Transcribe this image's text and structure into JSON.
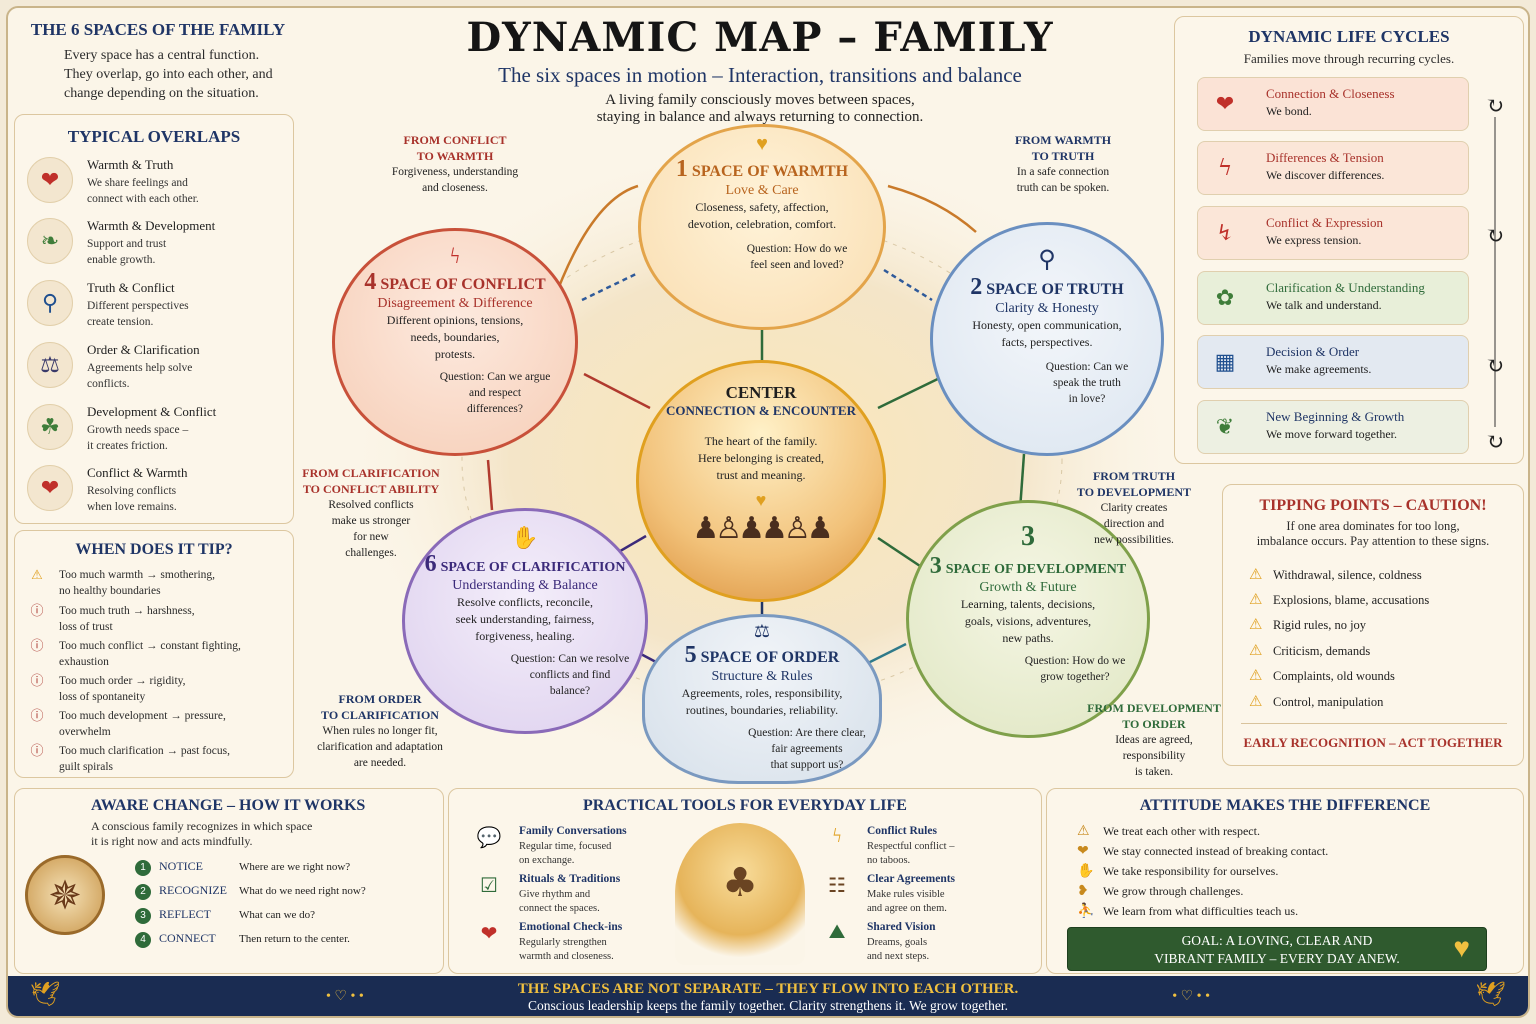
{
  "header": {
    "title": "DYNAMIC MAP – FAMILY",
    "subtitle": "The six spaces in motion – Interaction, transitions and balance",
    "intro_line1": "A living family consciously moves between spaces,",
    "intro_line2": "staying in balance and always returning to connection."
  },
  "six_spaces": {
    "title": "THE 6 SPACES OF THE FAMILY",
    "line1": "Every space has a central function.",
    "line2": "They overlap, go into each other, and",
    "line3": "change depending on the situation."
  },
  "overlaps": {
    "title": "TYPICAL OVERLAPS",
    "items": [
      {
        "icon": "heart-icon",
        "title": "Warmth & Truth",
        "d1": "We share feelings and",
        "d2": "connect with each other."
      },
      {
        "icon": "leaf-icon",
        "title": "Warmth & Development",
        "d1": "Support and trust",
        "d2": "enable growth."
      },
      {
        "icon": "magnifier-icon",
        "title": "Truth & Conflict",
        "d1": "Different perspectives",
        "d2": "create tension."
      },
      {
        "icon": "scales-icon",
        "title": "Order & Clarification",
        "d1": "Agreements help solve",
        "d2": "conflicts."
      },
      {
        "icon": "sprout-icon",
        "title": "Development & Conflict",
        "d1": "Growth needs space –",
        "d2": "it creates friction."
      },
      {
        "icon": "heart-icon",
        "title": "Conflict & Warmth",
        "d1": "Resolving conflicts",
        "d2": "when love remains."
      }
    ]
  },
  "tip": {
    "title": "WHEN DOES IT TIP?",
    "items": [
      {
        "l1": "Too much warmth → smothering,",
        "l2": "no healthy boundaries"
      },
      {
        "l1": "Too much truth → harshness,",
        "l2": "loss of trust"
      },
      {
        "l1": "Too much conflict → constant fighting,",
        "l2": "exhaustion"
      },
      {
        "l1": "Too much order → rigidity,",
        "l2": "loss of spontaneity"
      },
      {
        "l1": "Too much development → pressure,",
        "l2": "overwhelm"
      },
      {
        "l1": "Too much clarification → past focus,",
        "l2": "guilt spirals"
      }
    ]
  },
  "spaces": {
    "warmth": {
      "num": "1",
      "title": "SPACE OF WARMTH",
      "sub": "Love & Care",
      "d1": "Closeness, safety, affection,",
      "d2": "devotion, celebration, comfort.",
      "q1": "Question: How do we",
      "q2": "feel seen and loved?"
    },
    "truth": {
      "num": "2",
      "title": "SPACE OF TRUTH",
      "sub": "Clarity & Honesty",
      "d1": "Honesty, open communication,",
      "d2": "facts, perspectives.",
      "q1": "Question: Can we",
      "q2": "speak the truth",
      "q3": "in love?"
    },
    "development": {
      "num": "3",
      "title": "SPACE OF DEVELOPMENT",
      "sub": "Growth & Future",
      "d1": "Learning, talents, decisions,",
      "d2": "goals, visions, adventures,",
      "d3": "new paths.",
      "q1": "Question: How do we",
      "q2": "grow together?"
    },
    "conflict": {
      "num": "4",
      "title": "SPACE OF CONFLICT",
      "sub": "Disagreement & Difference",
      "d1": "Different opinions, tensions,",
      "d2": "needs, boundaries,",
      "d3": "protests.",
      "q1": "Question: Can we argue",
      "q2": "and respect",
      "q3": "differences?"
    },
    "order": {
      "num": "5",
      "title": "SPACE OF ORDER",
      "sub": "Structure & Rules",
      "d1": "Agreements, roles, responsibility,",
      "d2": "routines, boundaries, reliability.",
      "q1": "Question: Are there clear,",
      "q2": "fair agreements",
      "q3": "that support us?"
    },
    "clarification": {
      "num": "6",
      "title": "SPACE OF CLARIFICATION",
      "sub": "Understanding & Balance",
      "d1": "Resolve conflicts, reconcile,",
      "d2": "seek understanding, fairness,",
      "d3": "forgiveness, healing.",
      "q1": "Question: Can we resolve",
      "q2": "conflicts and find",
      "q3": "balance?"
    },
    "center": {
      "title": "CENTER",
      "sub": "CONNECTION & ENCOUNTER",
      "d1": "The heart of the family.",
      "d2": "Here belonging is created,",
      "d3": "trust and meaning."
    }
  },
  "transitions": {
    "conflict_warmth": {
      "t1": "FROM CONFLICT",
      "t2": "TO WARMTH",
      "d1": "Forgiveness, understanding",
      "d2": "and closeness."
    },
    "warmth_truth": {
      "t1": "FROM WARMTH",
      "t2": "TO TRUTH",
      "d1": "In a safe connection",
      "d2": "truth can be spoken."
    },
    "clar_conflict": {
      "t1": "FROM CLARIFICATION",
      "t2": "TO CONFLICT ABILITY",
      "d1": "Resolved conflicts",
      "d2": "make us stronger",
      "d3": "for new",
      "d4": "challenges."
    },
    "truth_dev": {
      "t1": "FROM TRUTH",
      "t2": "TO DEVELOPMENT",
      "d1": "Clarity creates",
      "d2": "direction and",
      "d3": "new possibilities."
    },
    "order_clar": {
      "t1": "FROM ORDER",
      "t2": "TO CLARIFICATION",
      "d1": "When rules no longer fit,",
      "d2": "clarification and adaptation",
      "d3": "are needed."
    },
    "dev_order": {
      "t1": "FROM DEVELOPMENT",
      "t2": "TO ORDER",
      "d1": "Ideas are agreed,",
      "d2": "responsibility",
      "d3": "is taken."
    }
  },
  "life_cycles": {
    "title": "DYNAMIC LIFE CYCLES",
    "sub": "Families move through recurring cycles.",
    "items": [
      {
        "icon": "heart-icon",
        "title": "Connection & Closeness",
        "desc": "We bond.",
        "color": "#a8322b",
        "bg": "#fbe3d6"
      },
      {
        "icon": "lightning-icon",
        "title": "Differences & Tension",
        "desc": "We discover differences.",
        "color": "#a8322b",
        "bg": "#fbe6d8"
      },
      {
        "icon": "spark-icon",
        "title": "Conflict & Expression",
        "desc": "We express tension.",
        "color": "#a8322b",
        "bg": "#fbe6d8"
      },
      {
        "icon": "cycle-icon",
        "title": "Clarification & Understanding",
        "desc": "We talk and understand.",
        "color": "#2f6b3a",
        "bg": "#e8efd9"
      },
      {
        "icon": "calendar-icon",
        "title": "Decision & Order",
        "desc": "We make agreements.",
        "color": "#1f3566",
        "bg": "#e3e9f1"
      },
      {
        "icon": "sprout-icon",
        "title": "New Beginning & Growth",
        "desc": "We move forward together.",
        "color": "#1f3566",
        "bg": "#edf0e2"
      }
    ]
  },
  "tipping": {
    "title": "TIPPING POINTS – CAUTION!",
    "l1": "If one area dominates for too long,",
    "l2": "imbalance occurs. Pay attention to these signs.",
    "items": [
      "Withdrawal, silence, coldness",
      "Explosions, blame, accusations",
      "Rigid rules, no joy",
      "Criticism, demands",
      "Complaints, old wounds",
      "Control, manipulation"
    ],
    "footer": "EARLY RECOGNITION – ACT TOGETHER"
  },
  "aware": {
    "title": "AWARE CHANGE – HOW IT WORKS",
    "l1": "A conscious family recognizes in which space",
    "l2": "it is right now and acts mindfully.",
    "steps": [
      {
        "n": "1",
        "k": "NOTICE",
        "q": "Where are we right now?"
      },
      {
        "n": "2",
        "k": "RECOGNIZE",
        "q": "What do we need right now?"
      },
      {
        "n": "3",
        "k": "REFLECT",
        "q": "What can we do?"
      },
      {
        "n": "4",
        "k": "CONNECT",
        "q": "Then return to the center."
      }
    ]
  },
  "tools": {
    "title": "PRACTICAL TOOLS FOR EVERYDAY LIFE",
    "left": [
      {
        "icon": "speech-bubble-icon",
        "t": "Family Conversations",
        "d1": "Regular time, focused",
        "d2": "on exchange."
      },
      {
        "icon": "calendar-check-icon",
        "t": "Rituals & Traditions",
        "d1": "Give rhythm and",
        "d2": "connect the spaces."
      },
      {
        "icon": "heart-check-icon",
        "t": "Emotional Check-ins",
        "d1": "Regularly strengthen",
        "d2": "warmth and closeness."
      }
    ],
    "right": [
      {
        "icon": "lightning-icon",
        "t": "Conflict Rules",
        "d1": "Respectful conflict –",
        "d2": "no taboos."
      },
      {
        "icon": "checklist-icon",
        "t": "Clear Agreements",
        "d1": "Make rules visible",
        "d2": "and agree on them."
      },
      {
        "icon": "mountain-flag-icon",
        "t": "Shared Vision",
        "d1": "Dreams, goals",
        "d2": "and next steps."
      }
    ]
  },
  "attitude": {
    "title": "ATTITUDE MAKES THE DIFFERENCE",
    "items": [
      "We treat each other with respect.",
      "We stay connected instead of breaking contact.",
      "We take responsibility for ourselves.",
      "We grow through challenges.",
      "We learn from what difficulties teach us."
    ],
    "goal1": "GOAL: A LOVING, CLEAR AND",
    "goal2": "VIBRANT FAMILY – EVERY DAY ANEW."
  },
  "footer": {
    "line1": "THE SPACES ARE NOT SEPARATE – THEY FLOW INTO EACH OTHER.",
    "line2": "Conscious leadership keeps the family together. Clarity strengthens it. We grow together."
  },
  "colors": {
    "navy": "#1f3566",
    "red": "#a8322b",
    "green": "#2f6b3a",
    "gold": "#e0a020"
  }
}
